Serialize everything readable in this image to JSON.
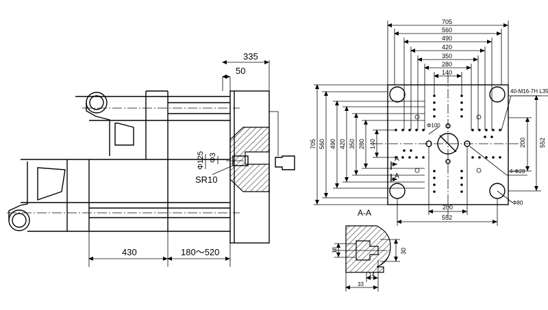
{
  "side_view": {
    "dim_335": "335",
    "dim_50": "50",
    "dim_125": "Φ125",
    "dim_3": "Φ3",
    "dim_sr10": "SR10",
    "dim_430": "430",
    "dim_180_520": "180～520"
  },
  "front_view": {
    "widths": [
      "705",
      "560",
      "490",
      "420",
      "350",
      "280",
      "140"
    ],
    "heights": [
      "705",
      "560",
      "490",
      "420",
      "350",
      "280",
      "140"
    ],
    "callout_thread": "40-M16-7H L35",
    "callout_ring": "Φ100",
    "callout_holes": "4-Φ28",
    "callout_tie_bar": "Φ80",
    "dim_200_h": "200",
    "dim_552_h": "552",
    "dim_200_v": "200",
    "dim_552_v": "552",
    "section_mark": "A"
  },
  "section": {
    "title": "A-A",
    "dim_30": "30",
    "dim_18": "18",
    "dim_14": "14",
    "dim_33": "33"
  }
}
